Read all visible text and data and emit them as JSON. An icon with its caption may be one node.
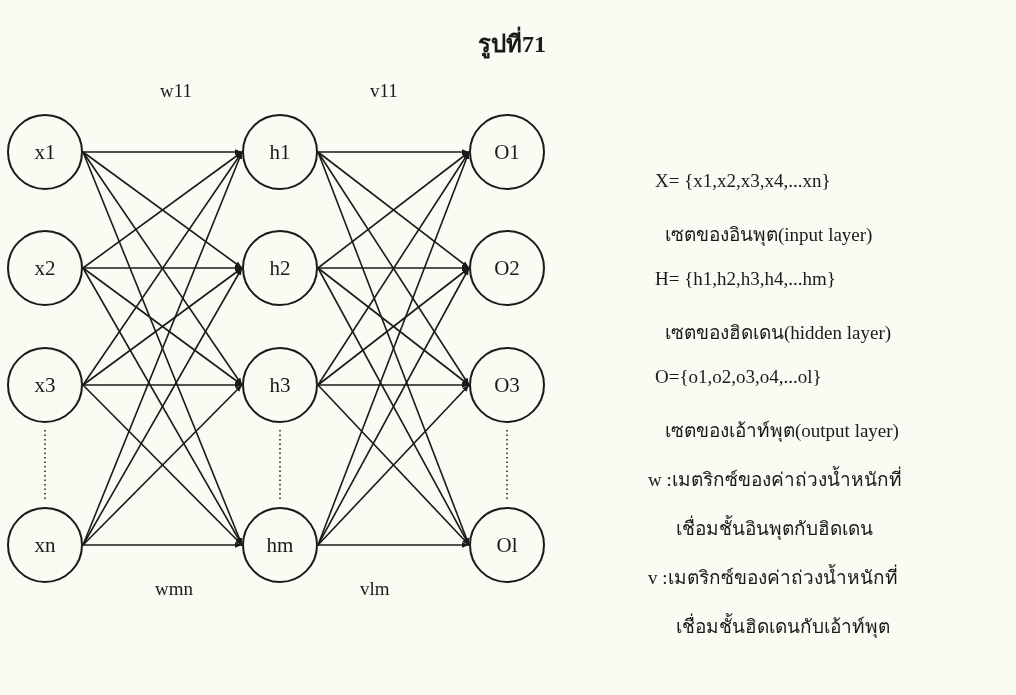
{
  "diagram": {
    "title": "รูปที่71",
    "nodes": [
      {
        "text": [
          "x1"
        ]
      },
      {
        "text": [
          "x2"
        ]
      },
      {
        "text": [
          "x3"
        ]
      },
      {
        "text": [
          "xn"
        ]
      },
      {
        "text": [
          "h1"
        ]
      },
      {
        "text": [
          "h2"
        ]
      },
      {
        "text": [
          "h3"
        ]
      },
      {
        "text": [
          "hm"
        ]
      },
      {
        "text": [
          "O1"
        ]
      },
      {
        "text": [
          "O2"
        ]
      },
      {
        "text": [
          "O3"
        ]
      },
      {
        "text": [
          "Ol"
        ]
      }
    ],
    "edges": [
      {
        "from": 0,
        "to": 4,
        "arrow": "to"
      },
      {
        "from": 0,
        "to": 5,
        "arrow": "to"
      },
      {
        "from": 0,
        "to": 6,
        "arrow": "to"
      },
      {
        "from": 0,
        "to": 7,
        "arrow": "to"
      },
      {
        "from": 1,
        "to": 4,
        "arrow": "to"
      },
      {
        "from": 1,
        "to": 5,
        "arrow": "to"
      },
      {
        "from": 1,
        "to": 6,
        "arrow": "to"
      },
      {
        "from": 1,
        "to": 7,
        "arrow": "to"
      },
      {
        "from": 2,
        "to": 4,
        "arrow": "to"
      },
      {
        "from": 2,
        "to": 5,
        "arrow": "to"
      },
      {
        "from": 2,
        "to": 6,
        "arrow": "to"
      },
      {
        "from": 2,
        "to": 7,
        "arrow": "to"
      },
      {
        "from": 3,
        "to": 4,
        "arrow": "to"
      },
      {
        "from": 3,
        "to": 5,
        "arrow": "to"
      },
      {
        "from": 3,
        "to": 6,
        "arrow": "to"
      },
      {
        "from": 3,
        "to": 7,
        "arrow": "to"
      },
      {
        "from": 4,
        "to": 8,
        "arrow": "to"
      },
      {
        "from": 4,
        "to": 9,
        "arrow": "to"
      },
      {
        "from": 4,
        "to": 10,
        "arrow": "to"
      },
      {
        "from": 4,
        "to": 11,
        "arrow": "to"
      },
      {
        "from": 5,
        "to": 8,
        "arrow": "to"
      },
      {
        "from": 5,
        "to": 9,
        "arrow": "to"
      },
      {
        "from": 5,
        "to": 10,
        "arrow": "to"
      },
      {
        "from": 5,
        "to": 11,
        "arrow": "to"
      },
      {
        "from": 6,
        "to": 8,
        "arrow": "to"
      },
      {
        "from": 6,
        "to": 9,
        "arrow": "to"
      },
      {
        "from": 6,
        "to": 10,
        "arrow": "to"
      },
      {
        "from": 6,
        "to": 11,
        "arrow": "to"
      },
      {
        "from": 7,
        "to": 8,
        "arrow": "to"
      },
      {
        "from": 7,
        "to": 9,
        "arrow": "to"
      },
      {
        "from": 7,
        "to": 10,
        "arrow": "to"
      },
      {
        "from": 7,
        "to": 11,
        "arrow": "to"
      }
    ],
    "labels": [
      "w11",
      "v11",
      "wmn",
      "vlm",
      "X= {x1,x2,x3,x4,...xn}",
      "เซตของอินพุต(input layer)",
      "H= {h1,h2,h3,h4,...hm}",
      "เซตของฮิดเดน(hidden layer)",
      "O={o1,o2,o3,o4,...ol}",
      "เซตของเอ้าท์พุต(output layer)",
      "w :เมตริกซ์ของค่าถ่วงน้ำหนักที่",
      "เชื่อมชั้นอินพุตกับฮิดเดน",
      "v :เมตริกซ์ของค่าถ่วงน้ำหนักที่",
      "เชื่อมชั้นฮิดเดนกับเอ้าท์พุต"
    ]
  }
}
